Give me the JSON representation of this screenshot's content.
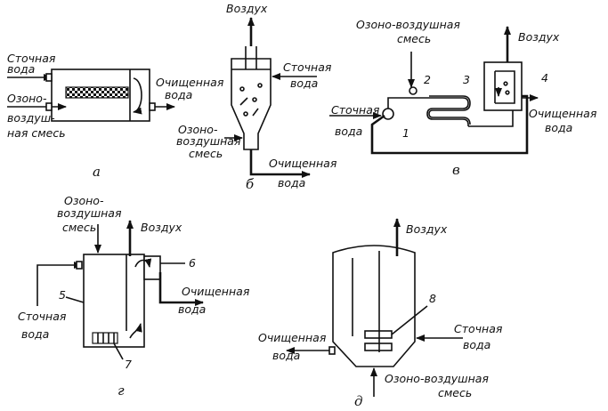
{
  "panels": {
    "a": {
      "letter": "а",
      "in_water": [
        "Сточная",
        "вода"
      ],
      "in_gas": [
        "Озоно-",
        "воздуш-",
        "ная смесь"
      ],
      "out": [
        "Очищенная",
        "вода"
      ]
    },
    "b": {
      "letter": "б",
      "air": "Воздух",
      "in_water": [
        "Сточная",
        "вода"
      ],
      "in_gas": [
        "Озоно-",
        "воздушная",
        "смесь"
      ],
      "out": [
        "Очищенная",
        "вода"
      ]
    },
    "v": {
      "letter": "в",
      "gas": [
        "Озоно-воздушная",
        "смесь"
      ],
      "air": "Воздух",
      "in_water": [
        "Сточная",
        "вода"
      ],
      "out": [
        "Очищенная",
        "вода"
      ],
      "numbers": [
        "1",
        "2",
        "3",
        "4"
      ]
    },
    "g": {
      "letter": "г",
      "gas": [
        "Озоно-",
        "воздушная",
        "смесь"
      ],
      "air": "Воздух",
      "in_water": [
        "Сточная",
        "вода"
      ],
      "out": [
        "Очищенная",
        "вода"
      ],
      "numbers": [
        "5",
        "6",
        "7"
      ]
    },
    "d": {
      "letter": "д",
      "air": "Воздух",
      "in_water": [
        "Сточная",
        "вода"
      ],
      "out": [
        "Очищенная",
        "вода"
      ],
      "gas": [
        "Озоно-воздушная",
        "смесь"
      ],
      "numbers": [
        "8"
      ]
    }
  }
}
